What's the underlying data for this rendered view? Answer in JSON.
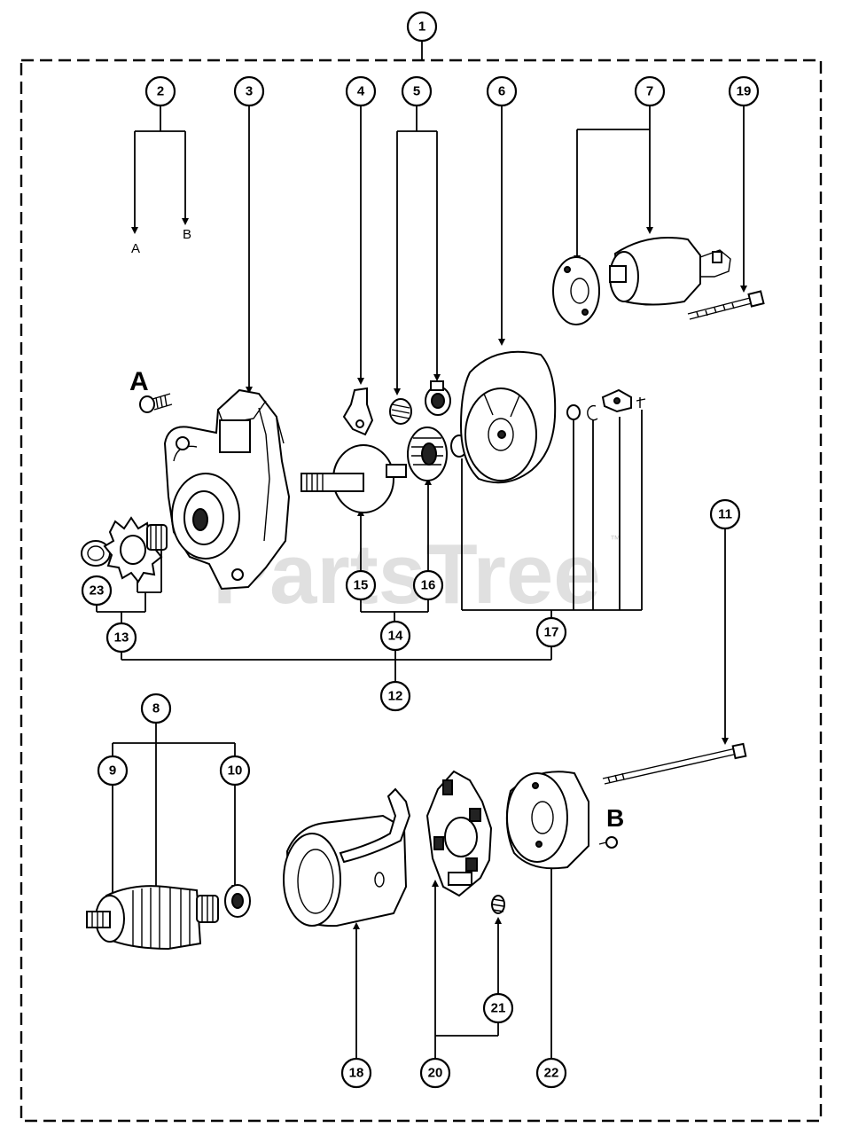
{
  "diagram": {
    "assembly_callout": "1",
    "callouts": [
      "2",
      "3",
      "4",
      "5",
      "6",
      "7",
      "19",
      "15",
      "16",
      "23",
      "14",
      "13",
      "17",
      "12",
      "11",
      "8",
      "9",
      "10",
      "18",
      "20",
      "21",
      "22"
    ],
    "sub_labels": {
      "a": "A",
      "b": "B"
    },
    "ref_letters": {
      "a": "A",
      "b": "B"
    },
    "watermark": "PartsTree",
    "watermark_tm": "™"
  }
}
